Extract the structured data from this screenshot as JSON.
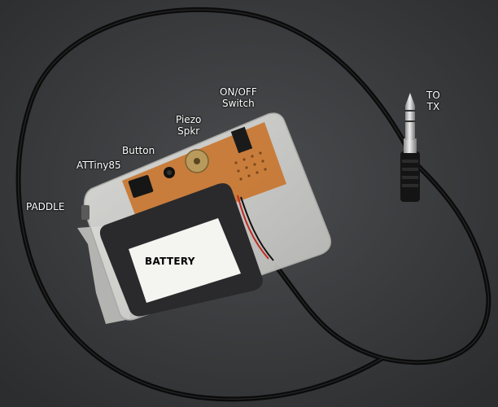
{
  "labels": {
    "on_off_switch": {
      "line1": "ON/OFF",
      "line2": "Switch"
    },
    "piezo": {
      "line1": "Piezo",
      "line2": "Spkr"
    },
    "button": "Button",
    "attiny": "ATTiny85",
    "paddle": "PADDLE",
    "to_tx": {
      "line1": "TO",
      "line2": "TX"
    },
    "battery": "BATTERY"
  },
  "colors": {
    "background": "#3a3b3d",
    "cable": "#0a0a0a",
    "enclosure": "#d9d9d6",
    "board": "#c8742c",
    "battery_pack": "#2a2a2c",
    "battery_label": "#f4f4f0",
    "jack_metal": "#c9c9c9",
    "text": "#ffffff"
  }
}
